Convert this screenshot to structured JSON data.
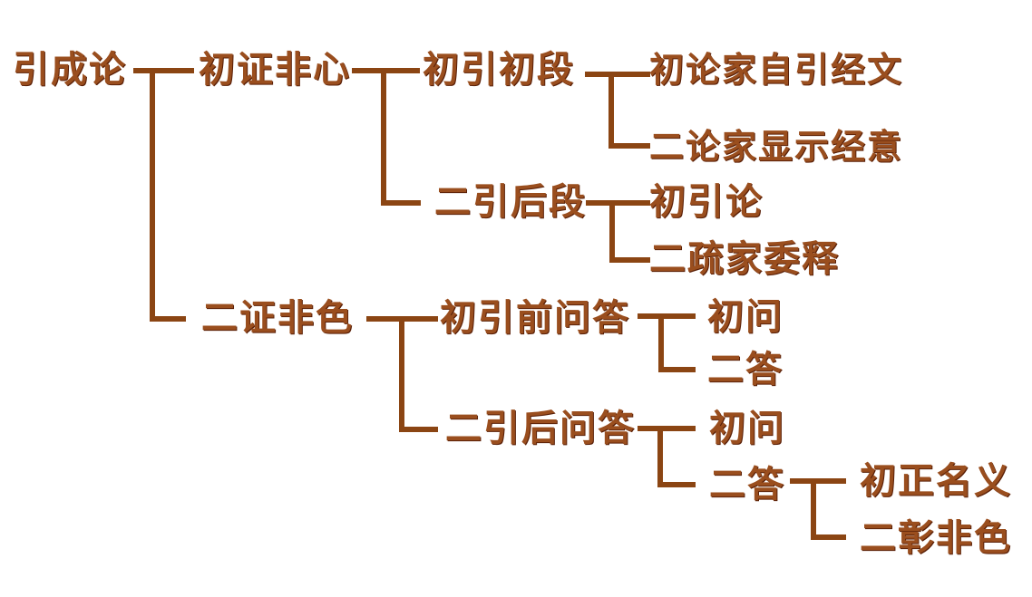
{
  "diagram": {
    "type": "tree",
    "orientation": "left-to-right",
    "language": "zh-Hans"
  },
  "colors": {
    "text": "#9a4e1e",
    "text_edge": "#5a2008",
    "line": "#8b4513",
    "background": "#ffffff"
  },
  "tree": {
    "label": "引成论",
    "children": [
      {
        "label": "初证非心",
        "children": [
          {
            "label": "初引初段",
            "children": [
              {
                "label": "初论家自引经文"
              },
              {
                "label": "二论家显示经意"
              }
            ]
          },
          {
            "label": "二引后段",
            "children": [
              {
                "label": "初引论"
              },
              {
                "label": "二疏家委释"
              }
            ]
          }
        ]
      },
      {
        "label": "二证非色",
        "children": [
          {
            "label": "初引前问答",
            "children": [
              {
                "label": "初问"
              },
              {
                "label": "二答"
              }
            ]
          },
          {
            "label": "二引后问答",
            "children": [
              {
                "label": "初问"
              },
              {
                "label": "二答",
                "children": [
                  {
                    "label": "初正名义"
                  },
                  {
                    "label": "二彰非色"
                  }
                ]
              }
            ]
          }
        ]
      }
    ]
  }
}
